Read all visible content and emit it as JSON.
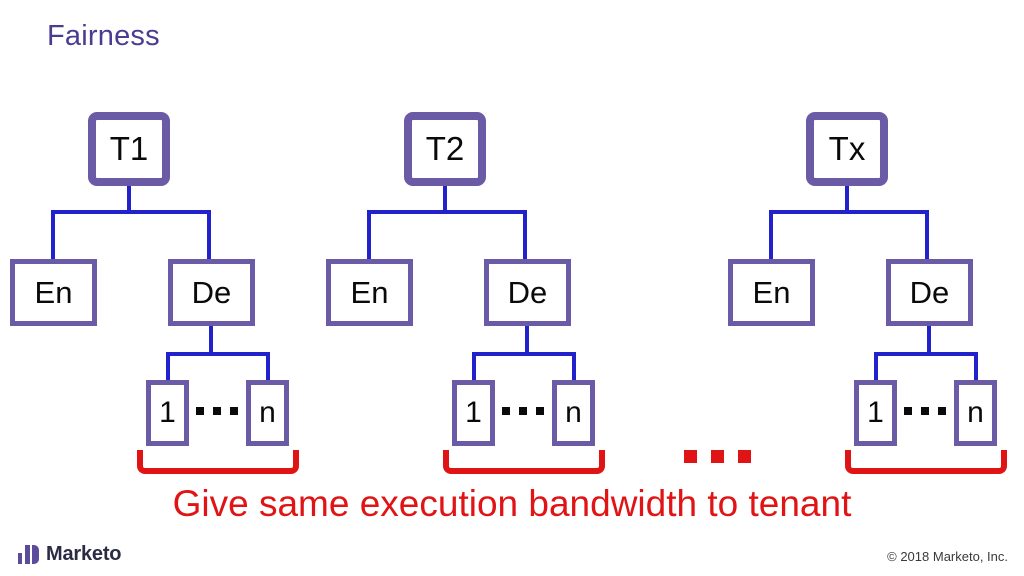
{
  "slide": {
    "title": "Fairness",
    "caption": "Give same execution bandwidth to tenant",
    "background_color": "#ffffff",
    "title_color": "#4b3c92",
    "node_border_color": "#6b5aa6",
    "connector_color": "#2222cc",
    "accent_red": "#e01414"
  },
  "diagram": {
    "group_separator_label": "...",
    "groups": [
      {
        "root_label": "T1",
        "children": [
          {
            "label": "En"
          },
          {
            "label": "De"
          }
        ],
        "leaves": {
          "first_label": "1",
          "last_label": "n",
          "ellipsis": "..."
        },
        "bracketed": true
      },
      {
        "root_label": "T2",
        "children": [
          {
            "label": "En"
          },
          {
            "label": "De"
          }
        ],
        "leaves": {
          "first_label": "1",
          "last_label": "n",
          "ellipsis": "..."
        },
        "bracketed": true
      },
      {
        "root_label": "Tx",
        "children": [
          {
            "label": "En"
          },
          {
            "label": "De"
          }
        ],
        "leaves": {
          "first_label": "1",
          "last_label": "n",
          "ellipsis": "..."
        },
        "bracketed": true
      }
    ]
  },
  "footer": {
    "logo_text": "Marketo",
    "copyright": "© 2018 Marketo, Inc."
  }
}
